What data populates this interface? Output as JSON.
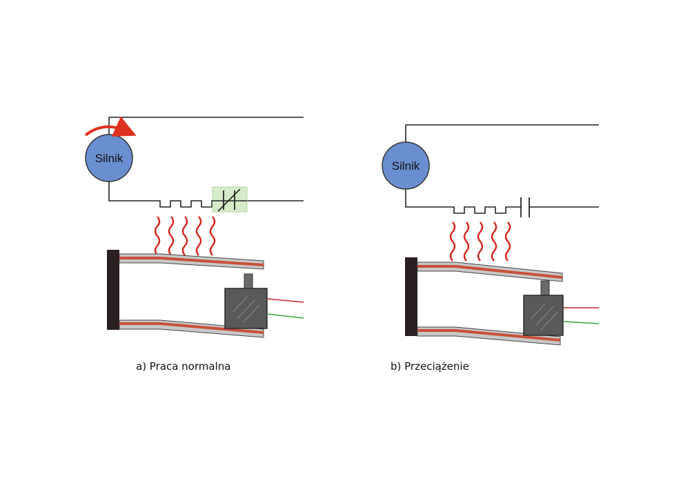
{
  "panels": {
    "a": {
      "motor_label": "Silnik",
      "caption": "a) Praca normalna"
    },
    "b": {
      "motor_label": "Silnik",
      "caption": "b) Przeciążenie"
    }
  },
  "colors": {
    "wire": "#222222",
    "motor_fill": "#6a8fd0",
    "motor_stroke": "#333333",
    "rotation_arrow": "#e0301e",
    "heat_waves": "#d8241c",
    "contact_highlight": "#d6ecc8",
    "bimetal_copper": "#c8503a",
    "bimetal_steel": "#c8c8c8",
    "housing": "#595959",
    "wall": "#2a2022",
    "lead_red": "#c0282c",
    "lead_green": "#3aa33a"
  }
}
